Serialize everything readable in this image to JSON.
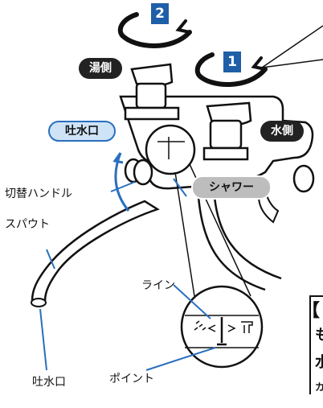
{
  "labels": {
    "hot_side": "湯側",
    "cold_side": "水側",
    "spout_outlet_badge": "吐水口",
    "switch_handle": "切替ハンドル",
    "shower_badge": "シャワー",
    "spout": "スパウト",
    "outlet": "吐水口",
    "line": "ライン",
    "point": "ポイント"
  },
  "steps": {
    "first": "1",
    "second": "2"
  },
  "cut_off_text": {
    "bracket": "【",
    "line_a": "も",
    "line_b": "水",
    "line_c": "カ"
  },
  "colors": {
    "step_blue": "#1f5fa8",
    "badge_dark": "#222222",
    "badge_light_blue": "#cfe3f7",
    "badge_gray": "#bdbdbd",
    "leader_blue": "#2a6fbf",
    "outline": "#111111"
  }
}
